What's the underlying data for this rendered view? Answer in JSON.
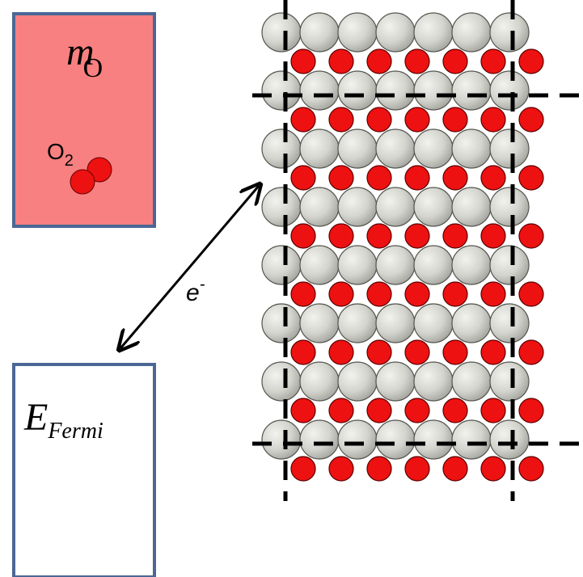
{
  "reservoir": {
    "symbol_base": "m",
    "symbol_sub": "O",
    "species_base": "O",
    "species_sub": "2"
  },
  "electrode": {
    "symbol_base": "E",
    "symbol_sub": "Fermi"
  },
  "transfer": {
    "label_base": "e",
    "label_sup": "-"
  },
  "lattice": {
    "rows": 8,
    "cols": 7
  },
  "colors": {
    "reservoir_fill": "#f88080",
    "box_border": "#4a6796",
    "oxygen_atom": "#ee1111",
    "metal_atom_light": "#f0f0ec",
    "metal_atom_dark": "#a4a49e",
    "cell_lines": "#000000"
  }
}
